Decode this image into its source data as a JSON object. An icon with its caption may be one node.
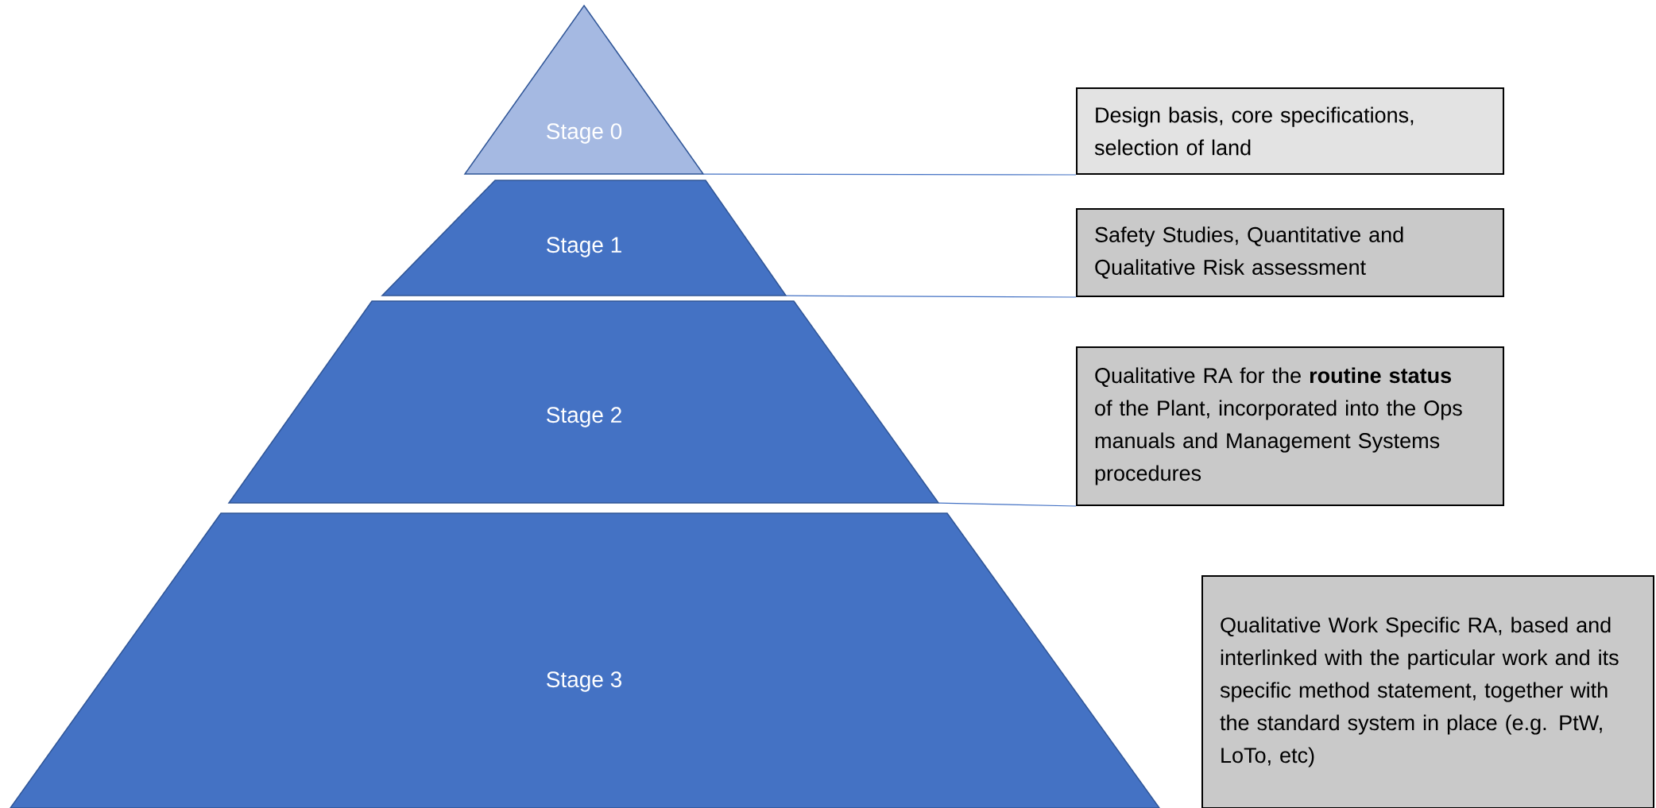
{
  "diagram": {
    "nodes": [
      {
        "text": [
          "Stage 0"
        ]
      },
      {
        "text": [
          "Design basis, core specifications, selection of land"
        ]
      },
      {
        "text": [
          "Stage 1"
        ]
      },
      {
        "text": [
          "Safety Studies, Quantitative and Qualitative Risk assessment"
        ]
      },
      {
        "text": [
          "Stage 2"
        ]
      },
      {
        "text": [
          "Qualitative RA for the **routine status** of the Plant, incorporated into the Ops manuals and Management Systems procedures"
        ]
      },
      {
        "text": [
          "Stage 3"
        ]
      },
      {
        "text": [
          "Qualitative Work Specific RA, based and interlinked with the particular work and its specific method statement, together with the standard system in place (e.g. PtW, LoTo, etc)"
        ]
      }
    ],
    "edges": [
      {
        "from": 0,
        "to": 1,
        "arrow": "none"
      },
      {
        "from": 2,
        "to": 3,
        "arrow": "none"
      },
      {
        "from": 4,
        "to": 5,
        "arrow": "none"
      }
    ]
  }
}
